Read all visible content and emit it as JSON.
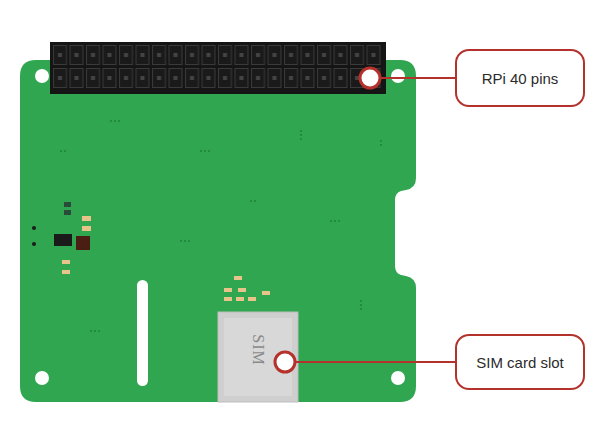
{
  "diagram": {
    "nodes": [
      {
        "text": [
          "RPi 40 pins"
        ]
      },
      {
        "text": [
          "SIM card slot"
        ]
      }
    ],
    "labels": [
      "SIM"
    ]
  }
}
